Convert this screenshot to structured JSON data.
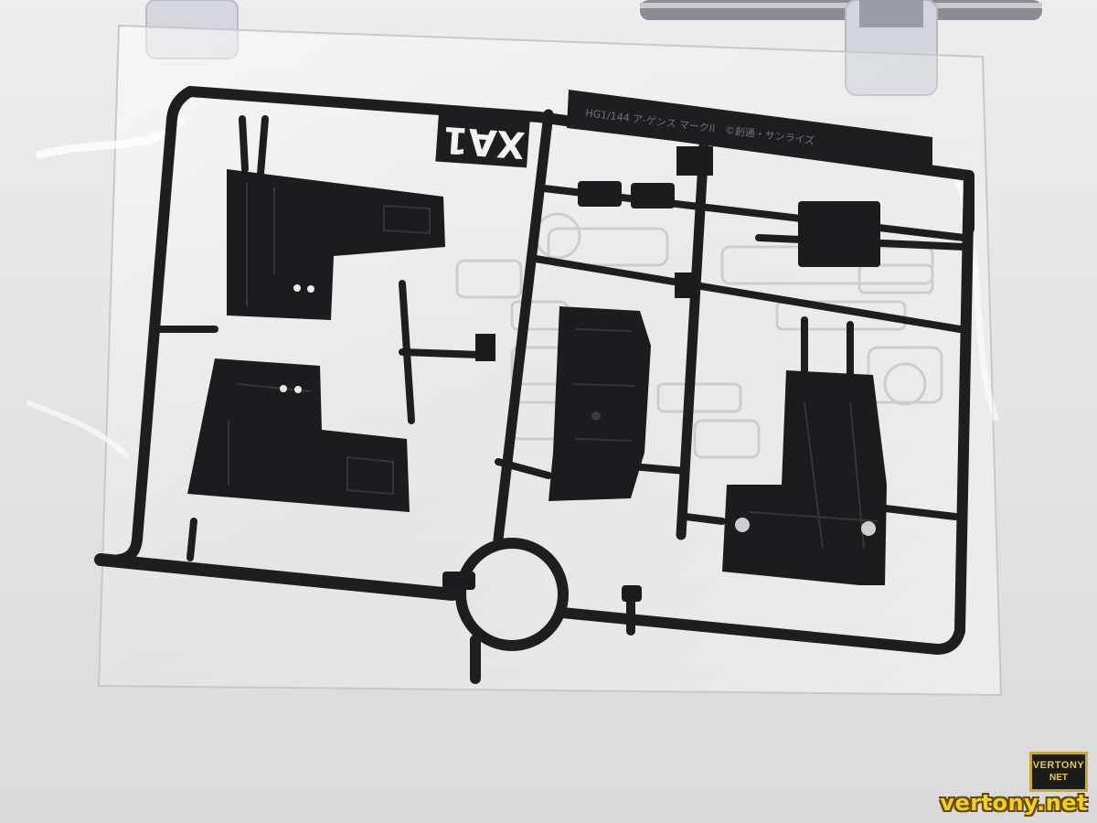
{
  "photo": {
    "subject": "Black plastic model kit runner in clear plastic bag",
    "runner_label": "XA1",
    "runner_label_color": "#f2f2f2",
    "runner_color": "#1d1e22",
    "background_color": "#e4e4e4",
    "tag_text": "HG1/144 ア-ゲンス マークII　©創通・サンライズ"
  },
  "watermark": {
    "logo_line1": "VERTONY",
    "logo_line2": "NET",
    "site_text": "vertony.net",
    "text_color": "#f0d020"
  }
}
